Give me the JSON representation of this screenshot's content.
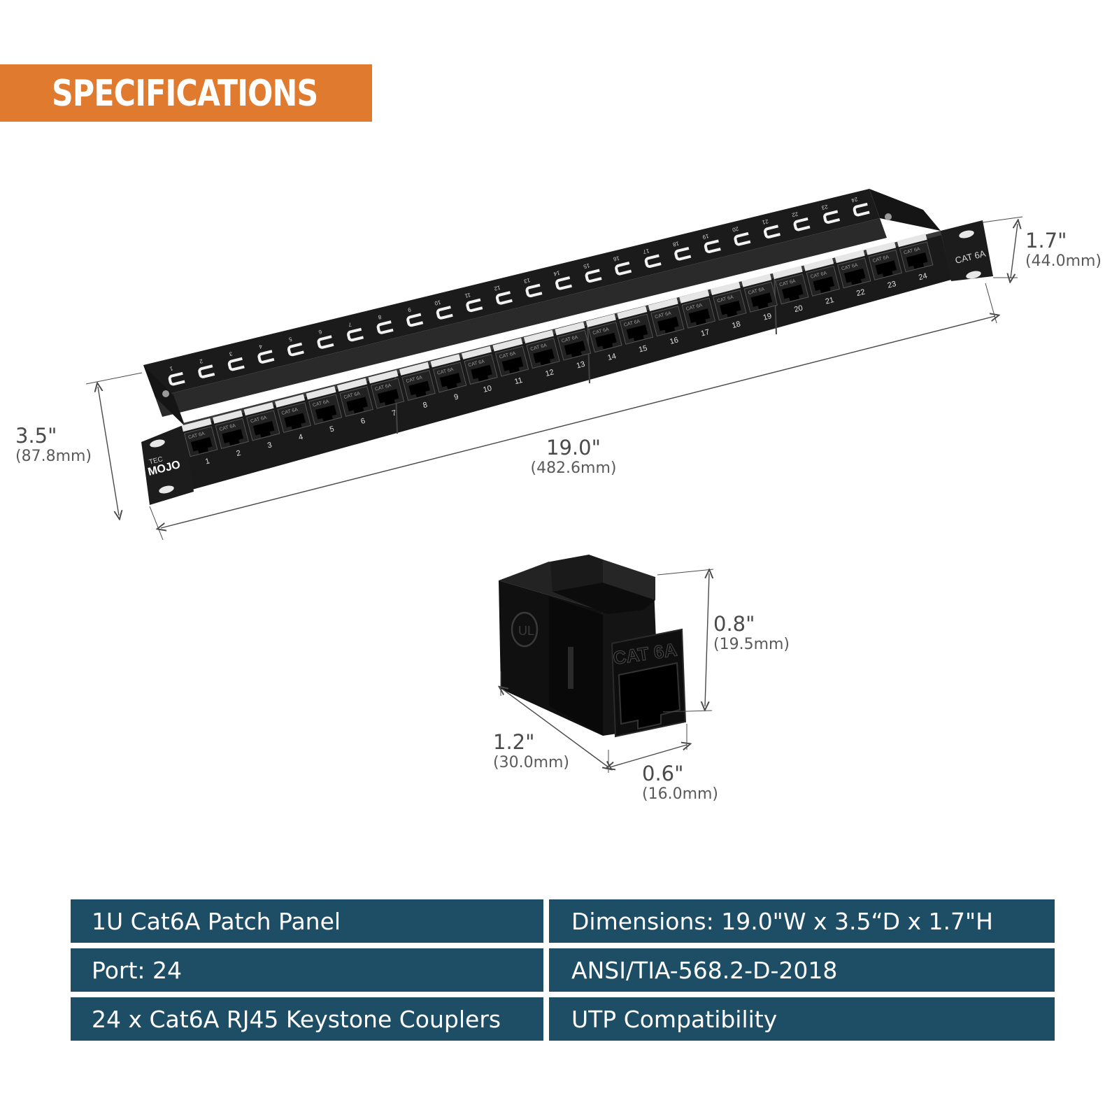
{
  "banner": {
    "title": "SPECIFICATIONS"
  },
  "colors": {
    "banner": "#e07a2e",
    "table": "#1e4d66",
    "dim_line": "#4a4a4a"
  },
  "panel": {
    "brand_small": "TEC",
    "brand": "MOJO",
    "side_label": "CAT 6A",
    "port_label": "CAT 6A",
    "ports": [
      "1",
      "2",
      "3",
      "4",
      "5",
      "6",
      "7",
      "8",
      "9",
      "10",
      "11",
      "12",
      "13",
      "14",
      "15",
      "16",
      "17",
      "18",
      "19",
      "20",
      "21",
      "22",
      "23",
      "24"
    ]
  },
  "dimensions": {
    "depth": {
      "imperial": "3.5\"",
      "metric": "(87.8mm)"
    },
    "width": {
      "imperial": "19.0\"",
      "metric": "(482.6mm)"
    },
    "height": {
      "imperial": "1.7\"",
      "metric": "(44.0mm)"
    }
  },
  "coupler": {
    "label": "CAT 6A",
    "cert": "UL",
    "height": {
      "imperial": "0.8\"",
      "metric": "(19.5mm)"
    },
    "length": {
      "imperial": "1.2\"",
      "metric": "(30.0mm)"
    },
    "width": {
      "imperial": "0.6\"",
      "metric": "(16.0mm)"
    }
  },
  "specs": [
    {
      "left": "1U Cat6A Patch Panel",
      "right": "Dimensions: 19.0\"W x 3.5“D x 1.7\"H"
    },
    {
      "left": "Port: 24",
      "right": "ANSI/TIA-568.2-D-2018"
    },
    {
      "left": "24 x Cat6A RJ45 Keystone Couplers",
      "right": "UTP Compatibility"
    }
  ]
}
